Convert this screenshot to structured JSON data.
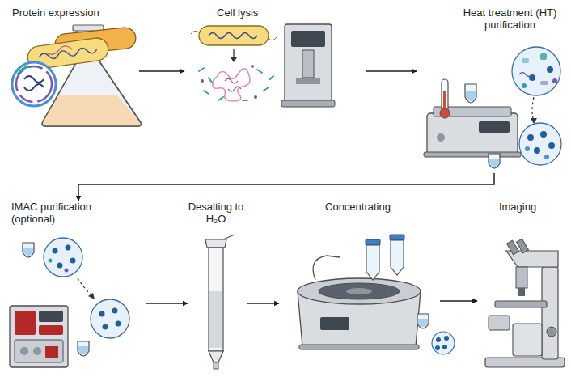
{
  "diagram": {
    "nodes": [
      {
        "text": [
          "Protein expression"
        ]
      },
      {
        "text": [
          "Cell lysis"
        ]
      },
      {
        "text": [
          "Heat treatment (HT) purification"
        ]
      },
      {
        "text": [
          "IMAC purification (optional)"
        ]
      },
      {
        "text": [
          "Desalting to H₂O"
        ]
      },
      {
        "text": [
          "Concentrating"
        ]
      },
      {
        "text": [
          "Imaging"
        ]
      }
    ],
    "edges": [
      {
        "from": 0,
        "to": 1,
        "arrow": "to"
      },
      {
        "from": 1,
        "to": 2,
        "arrow": "to"
      },
      {
        "from": 2,
        "to": 3,
        "arrow": "to"
      },
      {
        "from": 3,
        "to": 4,
        "arrow": "to"
      },
      {
        "from": 4,
        "to": 5,
        "arrow": "to"
      },
      {
        "from": 5,
        "to": 6,
        "arrow": "to"
      }
    ]
  }
}
